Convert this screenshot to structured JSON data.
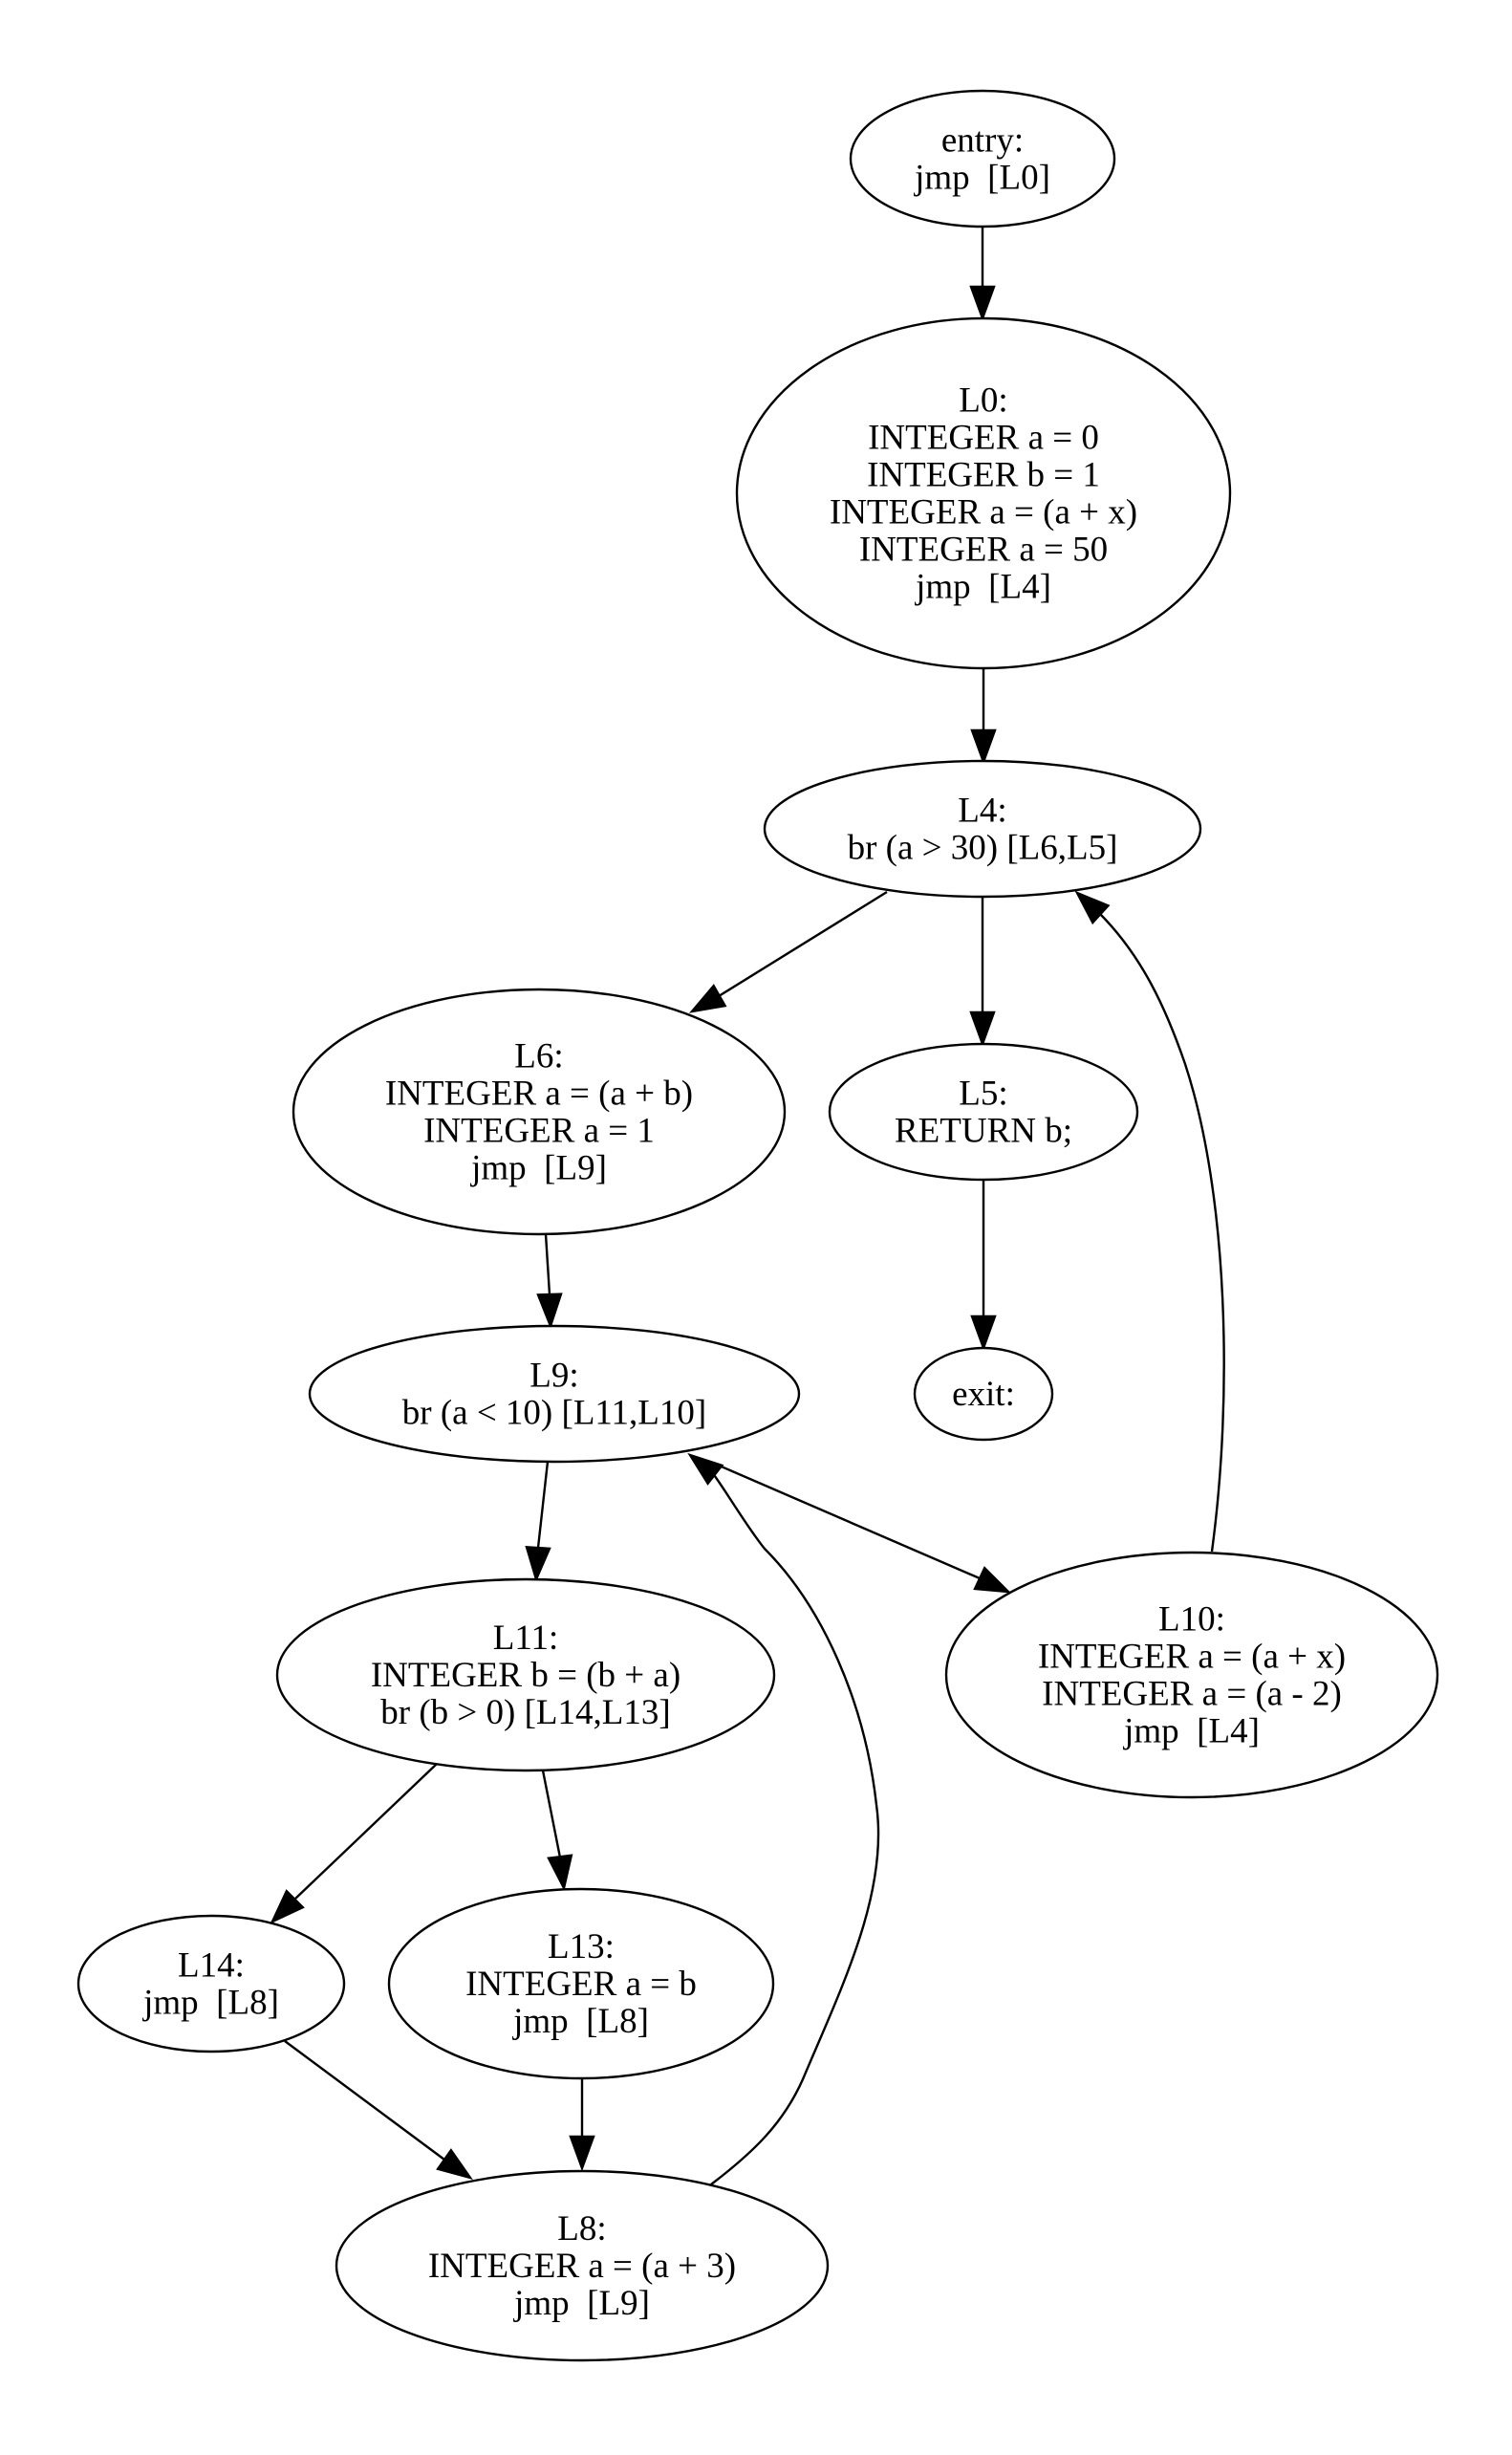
{
  "graph": {
    "type": "control-flow-graph",
    "background": "#ffffff",
    "stroke_color": "#000000",
    "text_color": "#000000",
    "nodes": [
      {
        "id": "entry",
        "lines": [
          "entry:",
          "jmp  [L0]"
        ]
      },
      {
        "id": "L0",
        "lines": [
          "L0:",
          "INTEGER a = 0",
          "INTEGER b = 1",
          "INTEGER a = (a + x)",
          "INTEGER a = 50",
          "jmp  [L4]"
        ]
      },
      {
        "id": "L4",
        "lines": [
          "L4:",
          "br (a > 30) [L6,L5]"
        ]
      },
      {
        "id": "L6",
        "lines": [
          "L6:",
          "INTEGER a = (a + b)",
          "INTEGER a = 1",
          "jmp  [L9]"
        ]
      },
      {
        "id": "L5",
        "lines": [
          "L5:",
          "RETURN b;"
        ]
      },
      {
        "id": "exit",
        "lines": [
          "exit:"
        ]
      },
      {
        "id": "L9",
        "lines": [
          "L9:",
          "br (a < 10) [L11,L10]"
        ]
      },
      {
        "id": "L10",
        "lines": [
          "L10:",
          "INTEGER a = (a + x)",
          "INTEGER a = (a - 2)",
          "jmp  [L4]"
        ]
      },
      {
        "id": "L11",
        "lines": [
          "L11:",
          "INTEGER b = (b + a)",
          "br (b > 0) [L14,L13]"
        ]
      },
      {
        "id": "L14",
        "lines": [
          "L14:",
          "jmp  [L8]"
        ]
      },
      {
        "id": "L13",
        "lines": [
          "L13:",
          "INTEGER a = b",
          "jmp  [L8]"
        ]
      },
      {
        "id": "L8",
        "lines": [
          "L8:",
          "INTEGER a = (a + 3)",
          "jmp  [L9]"
        ]
      }
    ],
    "edges": [
      {
        "from": "entry",
        "to": "L0"
      },
      {
        "from": "L0",
        "to": "L4"
      },
      {
        "from": "L4",
        "to": "L6"
      },
      {
        "from": "L4",
        "to": "L5"
      },
      {
        "from": "L5",
        "to": "exit"
      },
      {
        "from": "L6",
        "to": "L9"
      },
      {
        "from": "L9",
        "to": "L11"
      },
      {
        "from": "L9",
        "to": "L10"
      },
      {
        "from": "L10",
        "to": "L4"
      },
      {
        "from": "L11",
        "to": "L14"
      },
      {
        "from": "L11",
        "to": "L13"
      },
      {
        "from": "L14",
        "to": "L8"
      },
      {
        "from": "L13",
        "to": "L8"
      },
      {
        "from": "L8",
        "to": "L9"
      }
    ]
  }
}
